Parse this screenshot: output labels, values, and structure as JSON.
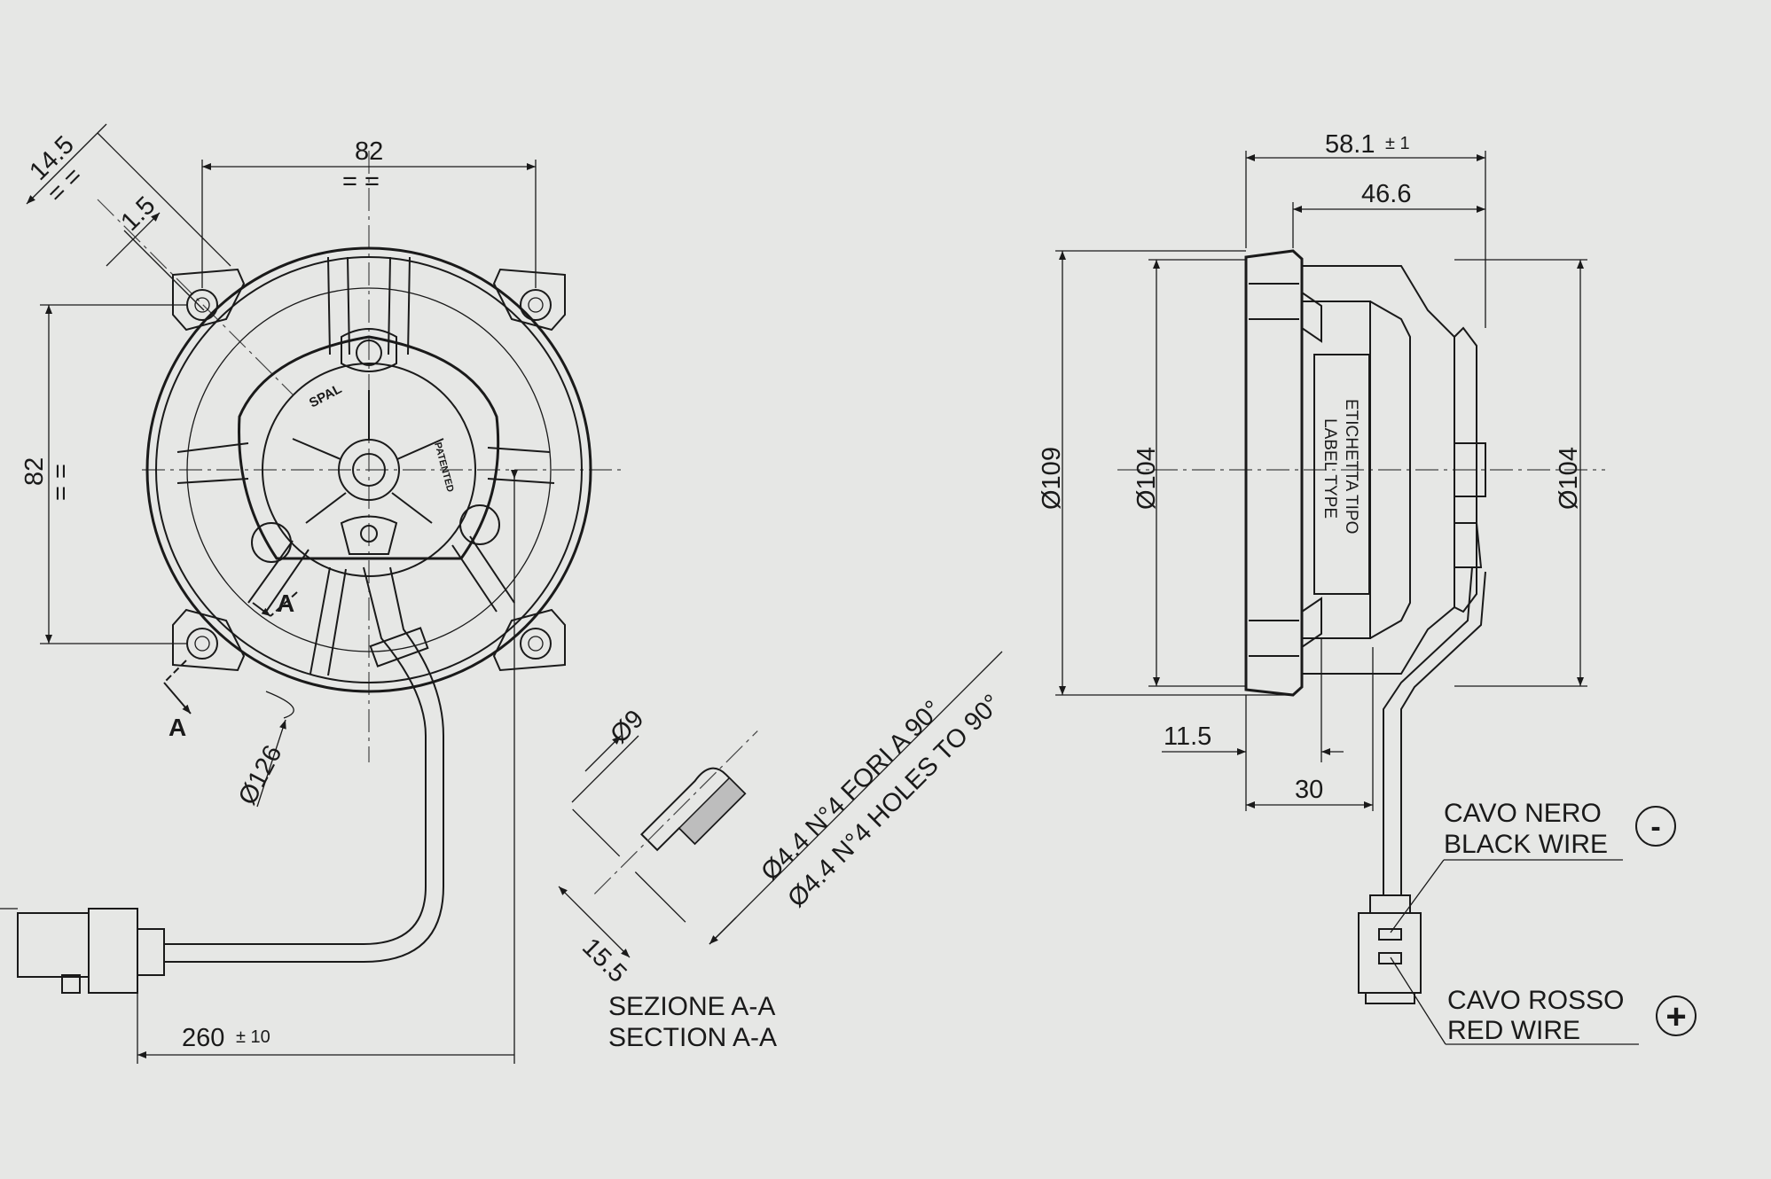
{
  "colors": {
    "background": "#e6e7e5",
    "line": "#1a1a1a"
  },
  "front_view": {
    "dim_top_width": "82",
    "dim_left_height": "82",
    "equal_mark": "= =",
    "dim_corner_14_5": "14.5",
    "dim_corner_1_5": "1.5",
    "dim_diameter_126": "Ø126",
    "section_marker": "A",
    "dim_cable_length": "260",
    "dim_cable_tolerance": "± 10",
    "hub_brand": "SPAL",
    "hub_patented": "PATENTED"
  },
  "section_view": {
    "dim_hole_diameter": "Ø9",
    "dim_depth": "15.5",
    "holes_note_it": "Ø4.4 N°4 FORI A 90°",
    "holes_note_en": "Ø4.4 N°4 HOLES TO 90°",
    "title_it": "SEZIONE A-A",
    "title_en": "SECTION A-A"
  },
  "side_view": {
    "dim_overall_depth": "58.1",
    "dim_overall_tolerance": "± 1",
    "dim_body_depth": "46.6",
    "dim_flange_11_5": "11.5",
    "dim_30": "30",
    "dim_d109": "Ø109",
    "dim_d104_left": "Ø104",
    "dim_d104_right": "Ø104",
    "label_type_it": "ETICHETTA TIPO",
    "label_type_en": "LABEL TYPE"
  },
  "wires": {
    "black_it": "CAVO NERO",
    "black_en": "BLACK WIRE",
    "black_symbol": "-",
    "red_it": "CAVO ROSSO",
    "red_en": "RED WIRE",
    "red_symbol": "+"
  }
}
